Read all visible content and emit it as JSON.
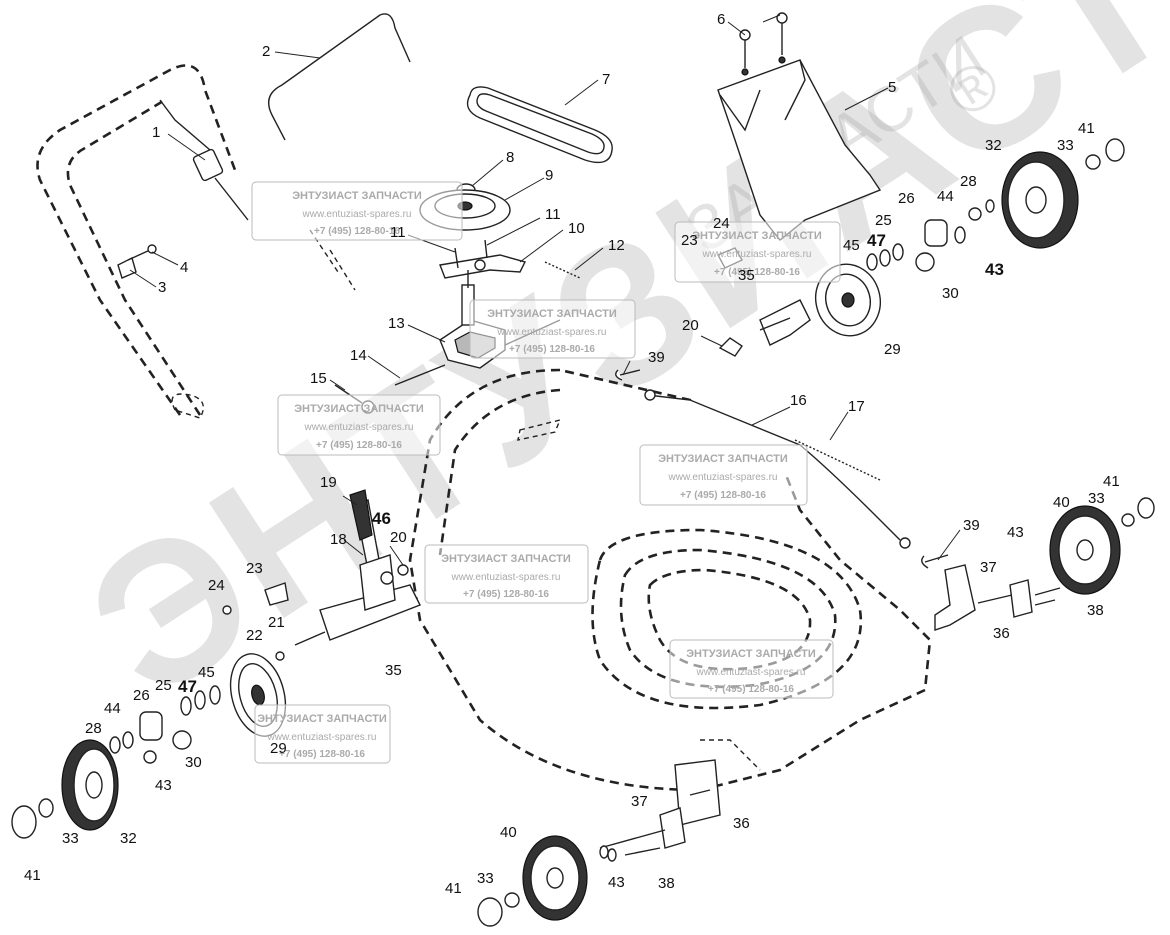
{
  "watermark": {
    "brand_large": "ЭНТУЗИАСТ",
    "brand_small": "ЗАПЧАСТИ",
    "registered_mark": "®"
  },
  "stamp": {
    "line1": "ЭНТУЗИАСТ ЗАПЧАСТИ",
    "line2": "www.entuziast-spares.ru",
    "line3": "+7 (495) 128-80-16"
  },
  "callouts": {
    "c1": "1",
    "c2": "2",
    "c3": "3",
    "c4": "4",
    "c5": "5",
    "c6": "6",
    "c7": "7",
    "c8": "8",
    "c9": "9",
    "c10": "10",
    "c11a": "11",
    "c11b": "11",
    "c12": "12",
    "c13": "13",
    "c14": "14",
    "c15": "15",
    "c16": "16",
    "c17": "17",
    "c18": "18",
    "c19": "19",
    "c20a": "20",
    "c20b": "20",
    "c21": "21",
    "c22": "22",
    "c23a": "23",
    "c23b": "23",
    "c24a": "24",
    "c24b": "24",
    "c25a": "25",
    "c25b": "25",
    "c26a": "26",
    "c26b": "26",
    "c28a": "28",
    "c28b": "28",
    "c29a": "29",
    "c29b": "29",
    "c30a": "30",
    "c30b": "30",
    "c32a": "32",
    "c32b": "32",
    "c33a": "33",
    "c33b": "33",
    "c33c": "33",
    "c33d": "33",
    "c35a": "35",
    "c35b": "35",
    "c36a": "36",
    "c36b": "36",
    "c37a": "37",
    "c37b": "37",
    "c38a": "38",
    "c38b": "38",
    "c39a": "39",
    "c39b": "39",
    "c40a": "40",
    "c40b": "40",
    "c41a": "41",
    "c41b": "41",
    "c41c": "41",
    "c41d": "41",
    "c43a": "43",
    "c43b": "43",
    "c43c": "43",
    "c43d": "43",
    "c44a": "44",
    "c44b": "44",
    "c45a": "45",
    "c45b": "45",
    "c46": "46",
    "c47a": "47",
    "c47b": "47"
  }
}
